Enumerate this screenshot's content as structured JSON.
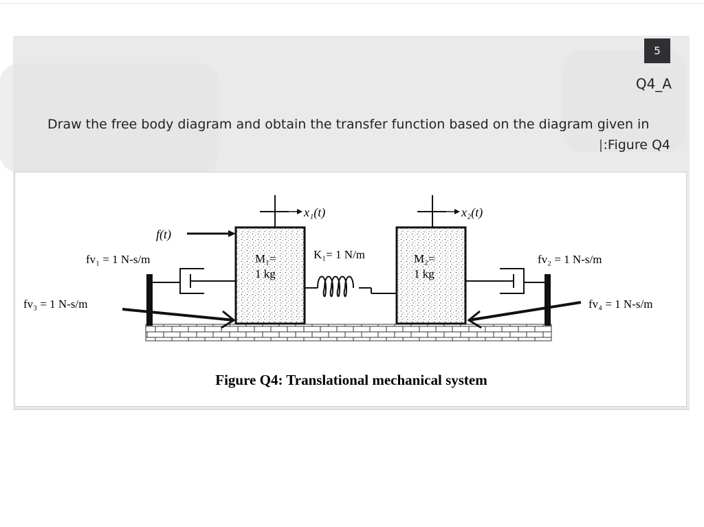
{
  "question": {
    "number": "5",
    "id": "Q4_A",
    "text_line1": "Draw the free body diagram and obtain the transfer function based on the diagram given in",
    "text_line2": ":Figure Q4"
  },
  "figure": {
    "caption": "Figure Q4: Translational mechanical system",
    "labels": {
      "x1": "x₁(t)",
      "x2": "x₂(t)",
      "force": "f(t)",
      "fv1": "fv₁ = 1 N-s/m",
      "fv2": "fv₂ = 1 N-s/m",
      "fv3": "fv₃ = 1 N-s/m",
      "fv4": "fv₄ = 1 N-s/m",
      "k1": "K₁= 1 N/m",
      "m1_name": "M₁=",
      "m1_value": "1 kg",
      "m2_name": "M₂=",
      "m2_value": "1 kg"
    }
  },
  "colors": {
    "card_bg": "#eaeaea",
    "badge_bg": "#2f3033",
    "panel_bg": "#ffffff"
  }
}
